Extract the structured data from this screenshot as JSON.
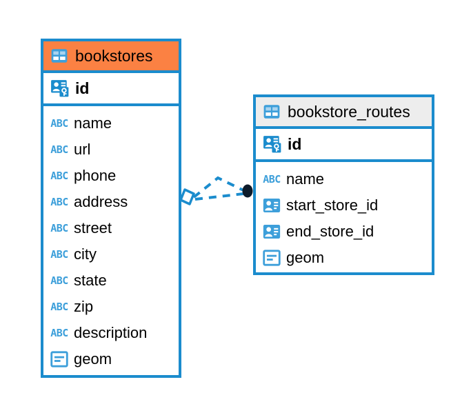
{
  "diagram": {
    "type": "entity-relationship-diagram",
    "background_color": "#ffffff",
    "accent_border_color": "#1b8ccd",
    "highlight_header_color": "#fb8143",
    "normal_header_color": "#ededed",
    "icon_blue": "#3d9fda",
    "connector_color": "#1b8ccd",
    "connector_endpoint_color": "#0d1b2a"
  },
  "entities": [
    {
      "name": "bookstores",
      "header_style": "accent-orange",
      "table_icon": "table-icon",
      "primary_key": {
        "label": "id",
        "icon": "primary-key-icon"
      },
      "fields": [
        {
          "label": "name",
          "icon": "abc-icon",
          "type_glyph": "ABC"
        },
        {
          "label": "url",
          "icon": "abc-icon",
          "type_glyph": "ABC"
        },
        {
          "label": "phone",
          "icon": "abc-icon",
          "type_glyph": "ABC"
        },
        {
          "label": "address",
          "icon": "abc-icon",
          "type_glyph": "ABC"
        },
        {
          "label": "street",
          "icon": "abc-icon",
          "type_glyph": "ABC"
        },
        {
          "label": "city",
          "icon": "abc-icon",
          "type_glyph": "ABC"
        },
        {
          "label": "state",
          "icon": "abc-icon",
          "type_glyph": "ABC"
        },
        {
          "label": "zip",
          "icon": "abc-icon",
          "type_glyph": "ABC"
        },
        {
          "label": "description",
          "icon": "abc-icon",
          "type_glyph": "ABC"
        },
        {
          "label": "geom",
          "icon": "geometry-icon",
          "type_glyph": ""
        }
      ]
    },
    {
      "name": "bookstore_routes",
      "header_style": "accent-gray",
      "table_icon": "table-icon",
      "primary_key": {
        "label": "id",
        "icon": "primary-key-icon"
      },
      "fields": [
        {
          "label": "name",
          "icon": "abc-icon",
          "type_glyph": "ABC"
        },
        {
          "label": "start_store_id",
          "icon": "foreign-key-icon",
          "type_glyph": ""
        },
        {
          "label": "end_store_id",
          "icon": "foreign-key-icon",
          "type_glyph": ""
        },
        {
          "label": "geom",
          "icon": "geometry-icon",
          "type_glyph": ""
        }
      ]
    }
  ],
  "relationship": {
    "name": "bookstores-to-bookstore-routes",
    "line_style": "dashed",
    "source_marker": "diamond-marker",
    "target_marker": "filled-circle-marker"
  }
}
